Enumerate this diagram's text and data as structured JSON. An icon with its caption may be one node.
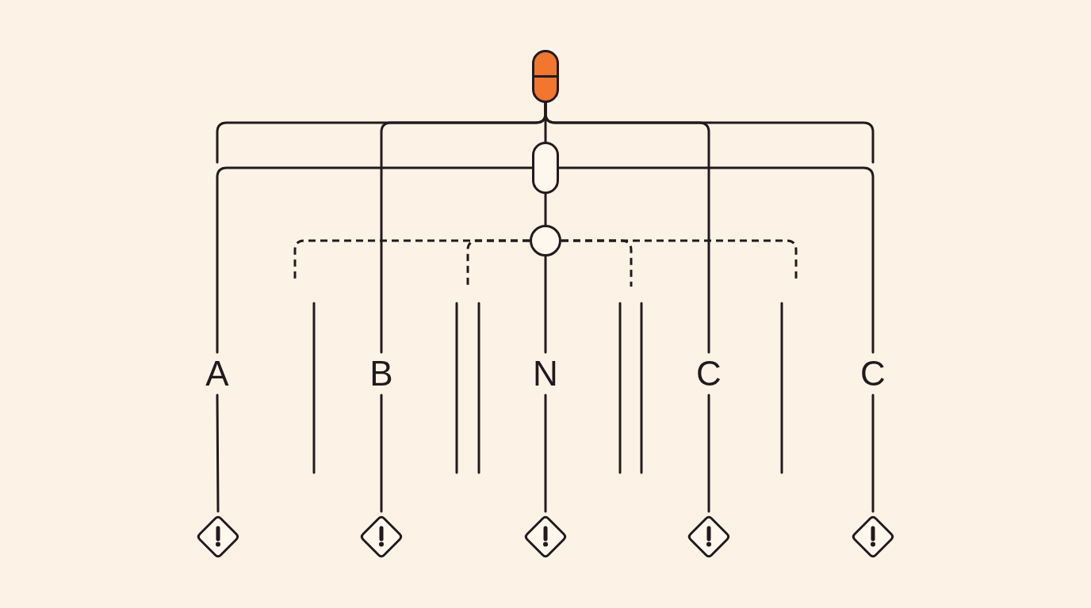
{
  "diagram": {
    "nodes": [
      {
        "text": [],
        "shape": "capsule"
      },
      {
        "text": [],
        "shape": "capsule"
      },
      {
        "text": [],
        "shape": "circle"
      },
      {
        "text": [
          "A"
        ]
      },
      {
        "text": [
          "B"
        ]
      },
      {
        "text": [
          "N"
        ]
      },
      {
        "text": [
          "C"
        ]
      },
      {
        "text": [
          "C"
        ]
      },
      {
        "text": [],
        "shape": "diamond"
      },
      {
        "text": [],
        "shape": "diamond"
      },
      {
        "text": [],
        "shape": "diamond"
      },
      {
        "text": [],
        "shape": "diamond"
      },
      {
        "text": [],
        "shape": "diamond"
      }
    ],
    "edges": [
      {
        "from": 0,
        "to": 1,
        "arrow": "none"
      },
      {
        "from": 0,
        "to": null,
        "arrow": "none"
      },
      {
        "from": 0,
        "to": 4,
        "arrow": "none"
      },
      {
        "from": 0,
        "to": 6,
        "arrow": "none"
      },
      {
        "from": 0,
        "to": null,
        "arrow": "none"
      },
      {
        "from": 1,
        "to": 3,
        "arrow": "none"
      },
      {
        "from": 1,
        "to": 7,
        "arrow": "none"
      },
      {
        "from": 1,
        "to": 2,
        "arrow": "none"
      },
      {
        "from": 2,
        "to": null,
        "arrow": "none",
        "style": "dashed"
      },
      {
        "from": 2,
        "to": null,
        "arrow": "none",
        "style": "dashed"
      },
      {
        "from": 2,
        "to": null,
        "arrow": "none",
        "style": "dashed"
      },
      {
        "from": 2,
        "to": null,
        "arrow": "none",
        "style": "dashed"
      },
      {
        "from": 2,
        "to": 5,
        "arrow": "none"
      },
      {
        "from": 3,
        "to": 8,
        "arrow": "none"
      },
      {
        "from": 4,
        "to": 9,
        "arrow": "none"
      },
      {
        "from": 5,
        "to": 10,
        "arrow": "none"
      },
      {
        "from": 6,
        "to": 11,
        "arrow": "none"
      },
      {
        "from": 7,
        "to": 12,
        "arrow": "none"
      }
    ]
  }
}
